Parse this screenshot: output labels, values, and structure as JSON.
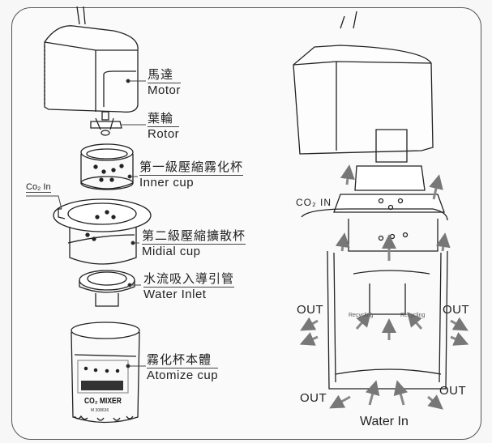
{
  "exploded_view": {
    "labels": [
      {
        "zh": "馬達",
        "en": "Motor"
      },
      {
        "zh": "葉輪",
        "en": "Rotor"
      },
      {
        "zh": "第一級壓縮霧化杯",
        "en": "Inner cup"
      },
      {
        "zh": "第二級壓縮擴散杯",
        "en": "Midial cup"
      },
      {
        "zh": "水流吸入導引管",
        "en": "Water Inlet"
      },
      {
        "zh": "霧化杯本體",
        "en": "Atomize cup"
      }
    ],
    "co2_in": "Co₂ In",
    "product_marking": "CO₂ MIXER",
    "serial_marking": "M 308636"
  },
  "cross_section": {
    "co2_in": "CO₂ IN",
    "out_labels": [
      "OUT",
      "OUT",
      "OUT",
      "OUT"
    ],
    "recycling_labels": [
      "Recycling",
      "Recycling"
    ],
    "water_in": "Water In"
  }
}
